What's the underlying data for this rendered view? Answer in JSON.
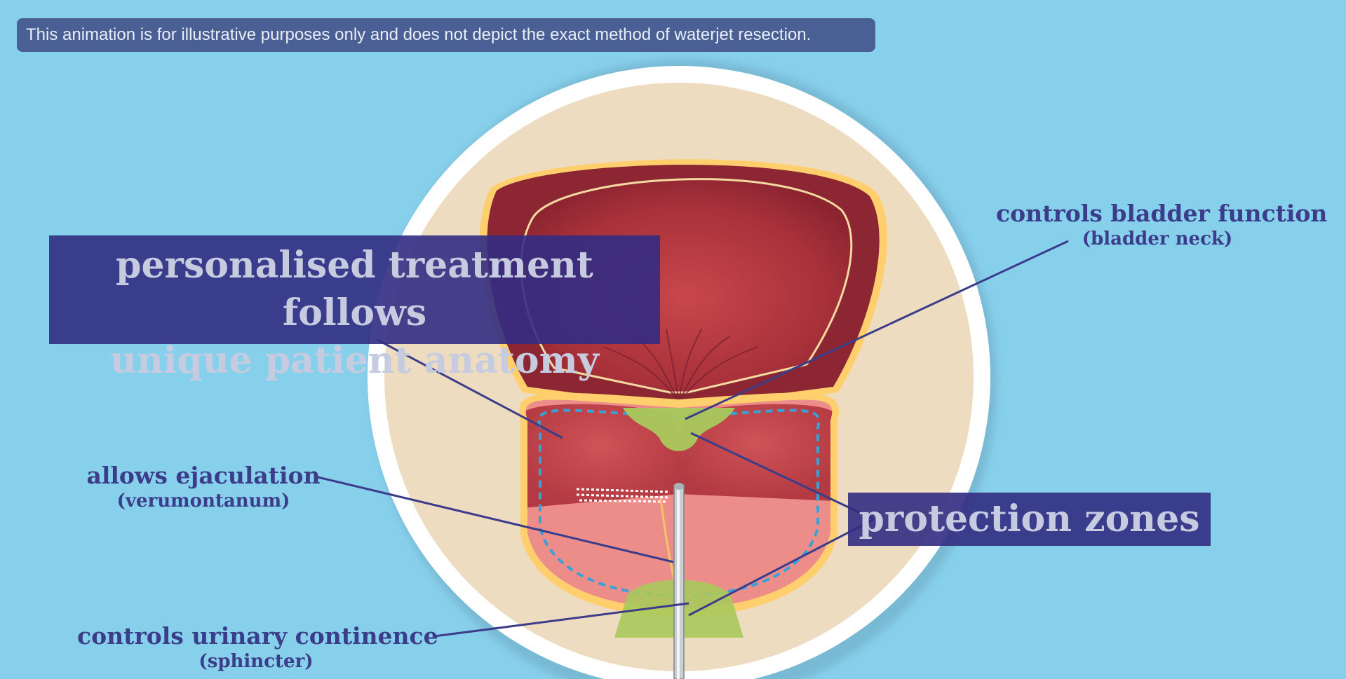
{
  "disclaimer": "This animation is for illustrative purposes only and does not depict the exact method of waterjet resection.",
  "banner_main": {
    "line1": "personalised treatment follows",
    "line2": "unique patient anatomy"
  },
  "banner_protection": "protection zones",
  "labels": {
    "bladder": {
      "title": "controls bladder function",
      "subtitle": "(bladder neck)"
    },
    "ejaculation": {
      "title": "allows ejaculation",
      "subtitle": "(verumontanum)"
    },
    "continence": {
      "title": "controls urinary continence",
      "subtitle": "(sphincter)"
    }
  },
  "colors": {
    "background": "#87d0ec",
    "banner": "#322c82",
    "label_text": "#3c3d8a",
    "bladder": "#b8373c",
    "prostate": "#ec8d8a",
    "protection_zone": "#a9c95c",
    "dashed_boundary": "#3aa0d8"
  }
}
